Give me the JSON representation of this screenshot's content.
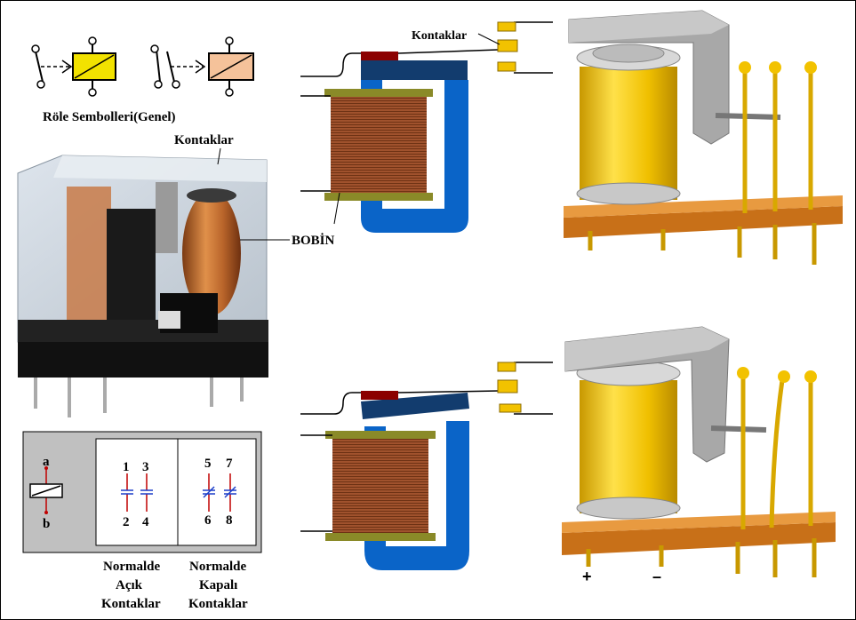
{
  "labels": {
    "symbols_caption": "Röle Sembolleri(Genel)",
    "photo_contacts": "Kontaklar",
    "photo_coil": "BOBİN",
    "diagram_contacts": "Kontaklar"
  },
  "schematic": {
    "coil_top": "a",
    "coil_bottom": "b",
    "no_top": [
      "1",
      "3"
    ],
    "no_bottom": [
      "2",
      "4"
    ],
    "nc_top": [
      "5",
      "7"
    ],
    "nc_bottom": [
      "6",
      "8"
    ]
  },
  "captions": {
    "no_line1": "Normalde",
    "no_line2": "Açık",
    "no_line3": "Kontaklar",
    "nc_line1": "Normalde",
    "nc_line2": "Kapalı",
    "nc_line3": "Kontaklar"
  },
  "polarity": {
    "plus": "+",
    "minus": "–"
  },
  "colors": {
    "coil_yellow": "#f2c200",
    "copper": "#a0522d",
    "core_blue": "#0a64c8",
    "armature_navy": "#123c6e",
    "contact_red": "#8b0000",
    "base_orange": "#c87018",
    "frame_gray": "#a8a8a8",
    "symbol_yellow": "#f2e200",
    "symbol_peach": "#f5c29a"
  }
}
